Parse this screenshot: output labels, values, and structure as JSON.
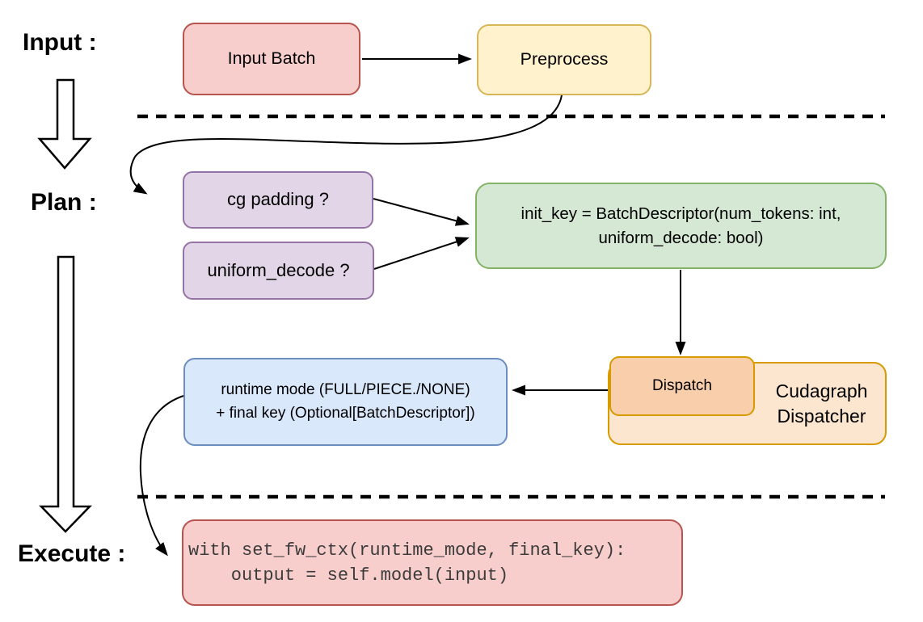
{
  "diagram": {
    "stage_labels": {
      "input": "Input :",
      "plan": "Plan :",
      "execute": "Execute :"
    },
    "nodes": {
      "input_batch": {
        "label": "Input Batch"
      },
      "preprocess": {
        "label": "Preprocess"
      },
      "cg_padding": {
        "label": "cg padding ?"
      },
      "uniform_decode": {
        "label": "uniform_decode ?"
      },
      "init_key": {
        "line1": "init_key = BatchDescriptor(num_tokens: int,",
        "line2": "uniform_decode: bool)"
      },
      "dispatch": {
        "label": "Dispatch"
      },
      "cudagraph_dispatcher": {
        "label": "Cudagraph Dispatcher"
      },
      "runtime_mode": {
        "line1": "runtime mode (FULL/PIECE./NONE)",
        "line2": "+ final key (Optional[BatchDescriptor])"
      },
      "execute_code": {
        "line1": "with set_fw_ctx(runtime_mode, final_key):",
        "line2": "    output = self.model(input)"
      }
    },
    "colors": {
      "red_fill": "#F8CECC",
      "red_stroke": "#B85450",
      "yellow_fill": "#FFF2CC",
      "yellow_stroke": "#D6B656",
      "purple_fill": "#E1D5E7",
      "purple_stroke": "#9673A6",
      "green_fill": "#D5E8D4",
      "green_stroke": "#82B366",
      "blue_fill": "#DAE8FC",
      "blue_stroke": "#6C8EBF",
      "orange_outer_fill": "#FCE6CF",
      "orange_inner_fill": "#F9CEAB",
      "orange_stroke": "#D79B00",
      "connector": "#000000",
      "code_text": "#3b3b3b"
    }
  }
}
